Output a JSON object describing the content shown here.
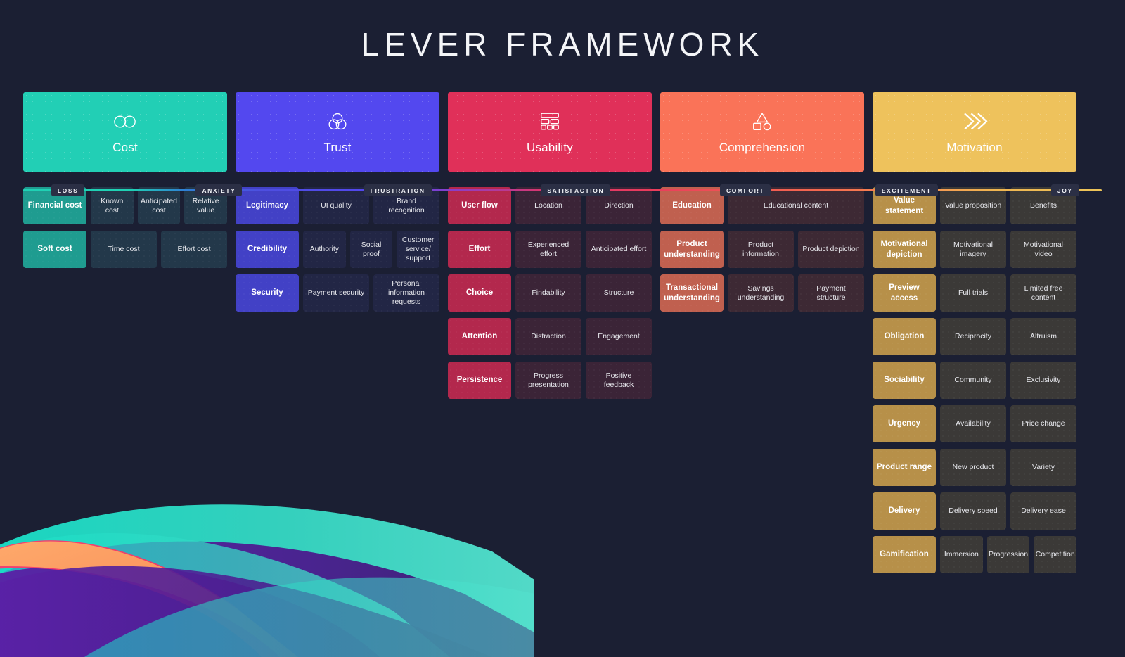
{
  "page": {
    "title": "LEVER FRAMEWORK",
    "background_color": "#1b1f33"
  },
  "spectrum": {
    "labels": [
      {
        "text": "LOSS",
        "left_pct": 2.6
      },
      {
        "text": "ANXIETY",
        "left_pct": 16.0
      },
      {
        "text": "FRUSTRATION",
        "left_pct": 31.6
      },
      {
        "text": "SATISFACTION",
        "left_pct": 48.0
      },
      {
        "text": "COMFORT",
        "left_pct": 64.6
      },
      {
        "text": "EXCITEMENT",
        "left_pct": 79.0
      },
      {
        "text": "JOY",
        "left_pct": 95.3
      }
    ]
  },
  "columns": [
    {
      "key": "cost",
      "title": "Cost",
      "icon": "two-circles-icon",
      "color": "#22cfb5",
      "lead_color": "#1f9c90",
      "sub_color": "#23384a",
      "rows": [
        {
          "lead": "Financial cost",
          "subs": [
            {
              "label": "Known cost",
              "w": 1
            },
            {
              "label": "Anticipated cost",
              "w": 1
            },
            {
              "label": "Relative value",
              "w": 1
            }
          ]
        },
        {
          "lead": "Soft cost",
          "subs": [
            {
              "label": "Time cost",
              "w": 1
            },
            {
              "label": "Effort cost",
              "w": 1
            }
          ]
        }
      ]
    },
    {
      "key": "trust",
      "title": "Trust",
      "icon": "venn-three-circles-icon",
      "color": "#5348ef",
      "lead_color": "#4241c6",
      "sub_color": "#222645",
      "rows": [
        {
          "lead": "Legitimacy",
          "subs": [
            {
              "label": "UI quality",
              "w": 1
            },
            {
              "label": "Brand recognition",
              "w": 1
            }
          ]
        },
        {
          "lead": "Credibility",
          "subs": [
            {
              "label": "Authority",
              "w": 1
            },
            {
              "label": "Social proof",
              "w": 1
            },
            {
              "label": "Customer service/ support",
              "w": 1
            }
          ]
        },
        {
          "lead": "Security",
          "subs": [
            {
              "label": "Payment security",
              "w": 1
            },
            {
              "label": "Personal information requests",
              "w": 1
            }
          ]
        }
      ]
    },
    {
      "key": "usability",
      "title": "Usability",
      "icon": "wireframe-layout-icon",
      "color": "#e03059",
      "lead_color": "#b3284d",
      "sub_color": "#3b2437",
      "rows": [
        {
          "lead": "User flow",
          "subs": [
            {
              "label": "Location",
              "w": 1
            },
            {
              "label": "Direction",
              "w": 1
            }
          ]
        },
        {
          "lead": "Effort",
          "subs": [
            {
              "label": "Experienced effort",
              "w": 1
            },
            {
              "label": "Anticipated effort",
              "w": 1
            }
          ]
        },
        {
          "lead": "Choice",
          "subs": [
            {
              "label": "Findability",
              "w": 1
            },
            {
              "label": "Structure",
              "w": 1
            }
          ]
        },
        {
          "lead": "Attention",
          "subs": [
            {
              "label": "Distraction",
              "w": 1
            },
            {
              "label": "Engagement",
              "w": 1
            }
          ]
        },
        {
          "lead": "Persistence",
          "subs": [
            {
              "label": "Progress presentation",
              "w": 1
            },
            {
              "label": "Positive feedback",
              "w": 1
            }
          ]
        }
      ]
    },
    {
      "key": "comprehension",
      "title": "Comprehension",
      "icon": "shapes-triangle-square-circle-icon",
      "color": "#fa7358",
      "lead_color": "#c0604f",
      "sub_color": "#3d2934",
      "rows": [
        {
          "lead": "Education",
          "subs": [
            {
              "label": "Educational content",
              "w": 2
            }
          ]
        },
        {
          "lead": "Product understanding",
          "subs": [
            {
              "label": "Product information",
              "w": 1
            },
            {
              "label": "Product depiction",
              "w": 1
            }
          ]
        },
        {
          "lead": "Transactional understanding",
          "subs": [
            {
              "label": "Savings understanding",
              "w": 1
            },
            {
              "label": "Payment structure",
              "w": 1
            }
          ]
        }
      ]
    },
    {
      "key": "motivation",
      "title": "Motivation",
      "icon": "triple-chevron-icon",
      "color": "#eec25c",
      "lead_color": "#b79049",
      "sub_color": "#3b3937",
      "rows": [
        {
          "lead": "Value statement",
          "subs": [
            {
              "label": "Value proposition",
              "w": 1
            },
            {
              "label": "Benefits",
              "w": 1
            }
          ]
        },
        {
          "lead": "Motivational depiction",
          "subs": [
            {
              "label": "Motivational imagery",
              "w": 1
            },
            {
              "label": "Motivational video",
              "w": 1
            }
          ]
        },
        {
          "lead": "Preview access",
          "subs": [
            {
              "label": "Full trials",
              "w": 1
            },
            {
              "label": "Limited free content",
              "w": 1
            }
          ]
        },
        {
          "lead": "Obligation",
          "subs": [
            {
              "label": "Reciprocity",
              "w": 1
            },
            {
              "label": "Altruism",
              "w": 1
            }
          ]
        },
        {
          "lead": "Sociability",
          "subs": [
            {
              "label": "Community",
              "w": 1
            },
            {
              "label": "Exclusivity",
              "w": 1
            }
          ]
        },
        {
          "lead": "Urgency",
          "subs": [
            {
              "label": "Availability",
              "w": 1
            },
            {
              "label": "Price change",
              "w": 1
            }
          ]
        },
        {
          "lead": "Product range",
          "subs": [
            {
              "label": "New product",
              "w": 1
            },
            {
              "label": "Variety",
              "w": 1
            }
          ]
        },
        {
          "lead": "Delivery",
          "subs": [
            {
              "label": "Delivery speed",
              "w": 1
            },
            {
              "label": "Delivery ease",
              "w": 1
            }
          ]
        },
        {
          "lead": "Gamification",
          "subs": [
            {
              "label": "Immersion",
              "w": 1
            },
            {
              "label": "Progression",
              "w": 1
            },
            {
              "label": "Competition",
              "w": 1
            }
          ]
        }
      ]
    }
  ]
}
